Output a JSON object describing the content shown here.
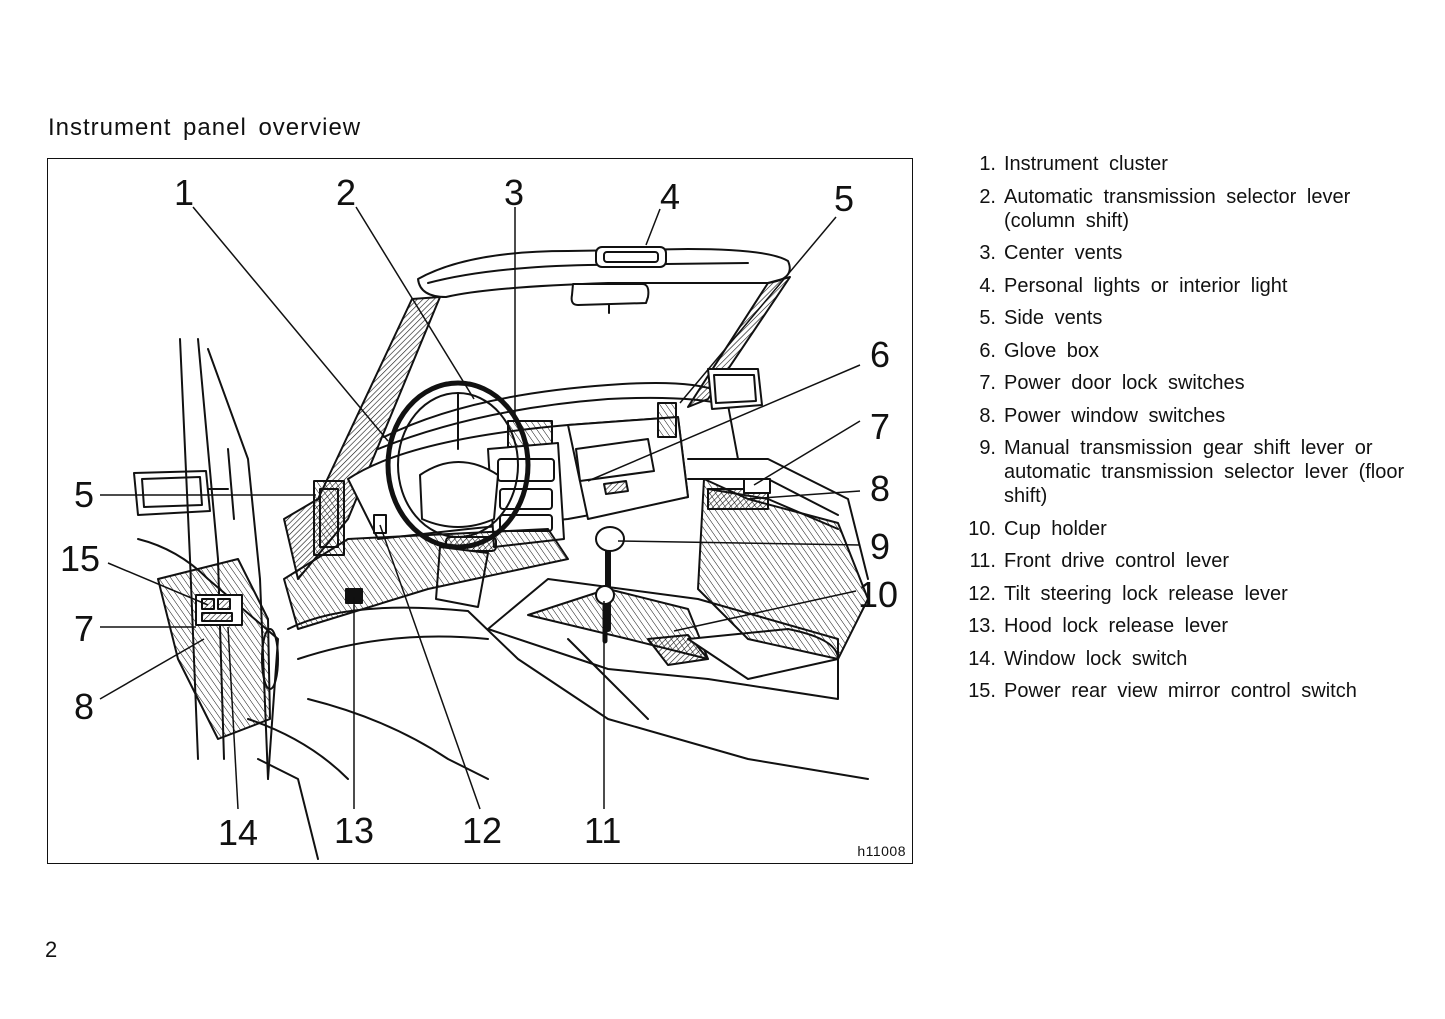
{
  "section_title": "Instrument panel overview",
  "figure": {
    "code": "h11008",
    "callouts": [
      "1",
      "2",
      "3",
      "4",
      "5",
      "6",
      "7",
      "8",
      "9",
      "10",
      "5",
      "15",
      "7",
      "8",
      "14",
      "13",
      "12",
      "11"
    ]
  },
  "legend": [
    {
      "num": "1.",
      "text": "Instrument cluster"
    },
    {
      "num": "2.",
      "text": "Automatic transmission selector lever (column shift)"
    },
    {
      "num": "3.",
      "text": "Center vents"
    },
    {
      "num": "4.",
      "text": "Personal lights or interior light"
    },
    {
      "num": "5.",
      "text": "Side vents"
    },
    {
      "num": "6.",
      "text": "Glove box"
    },
    {
      "num": "7.",
      "text": "Power door lock switches"
    },
    {
      "num": "8.",
      "text": "Power window switches"
    },
    {
      "num": "9.",
      "text": "Manual transmission gear shift lever or automatic transmission selector lever (floor shift)"
    },
    {
      "num": "10.",
      "text": "Cup holder"
    },
    {
      "num": "11.",
      "text": "Front drive control lever"
    },
    {
      "num": "12.",
      "text": "Tilt steering lock release lever"
    },
    {
      "num": "13.",
      "text": "Hood lock release lever"
    },
    {
      "num": "14.",
      "text": "Window lock switch"
    },
    {
      "num": "15.",
      "text": "Power rear view mirror control switch"
    }
  ],
  "page_number": "2"
}
